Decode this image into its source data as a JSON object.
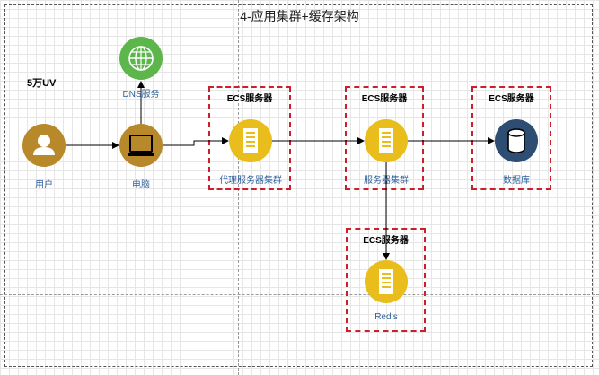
{
  "title": "4-应用集群+缓存架构",
  "uv_note": "5万UV",
  "ecs_box_title": "ECS服务器",
  "nodes": {
    "user": {
      "label": "用户",
      "color": "#b8892b"
    },
    "computer": {
      "label": "电脑",
      "color": "#b8892b"
    },
    "dns": {
      "label": "DNS服务",
      "color": "#5cb64b"
    },
    "proxy": {
      "label": "代理服务器集群",
      "color": "#e8bd1c"
    },
    "app": {
      "label": "服务器集群",
      "color": "#e8bd1c"
    },
    "db": {
      "label": "数据库",
      "color": "#2d4d73"
    },
    "redis": {
      "label": "Redis",
      "color": "#e8bd1c"
    }
  },
  "colors": {
    "ecs_border": "#cc1f2b",
    "label_text": "#2f5f9a"
  }
}
